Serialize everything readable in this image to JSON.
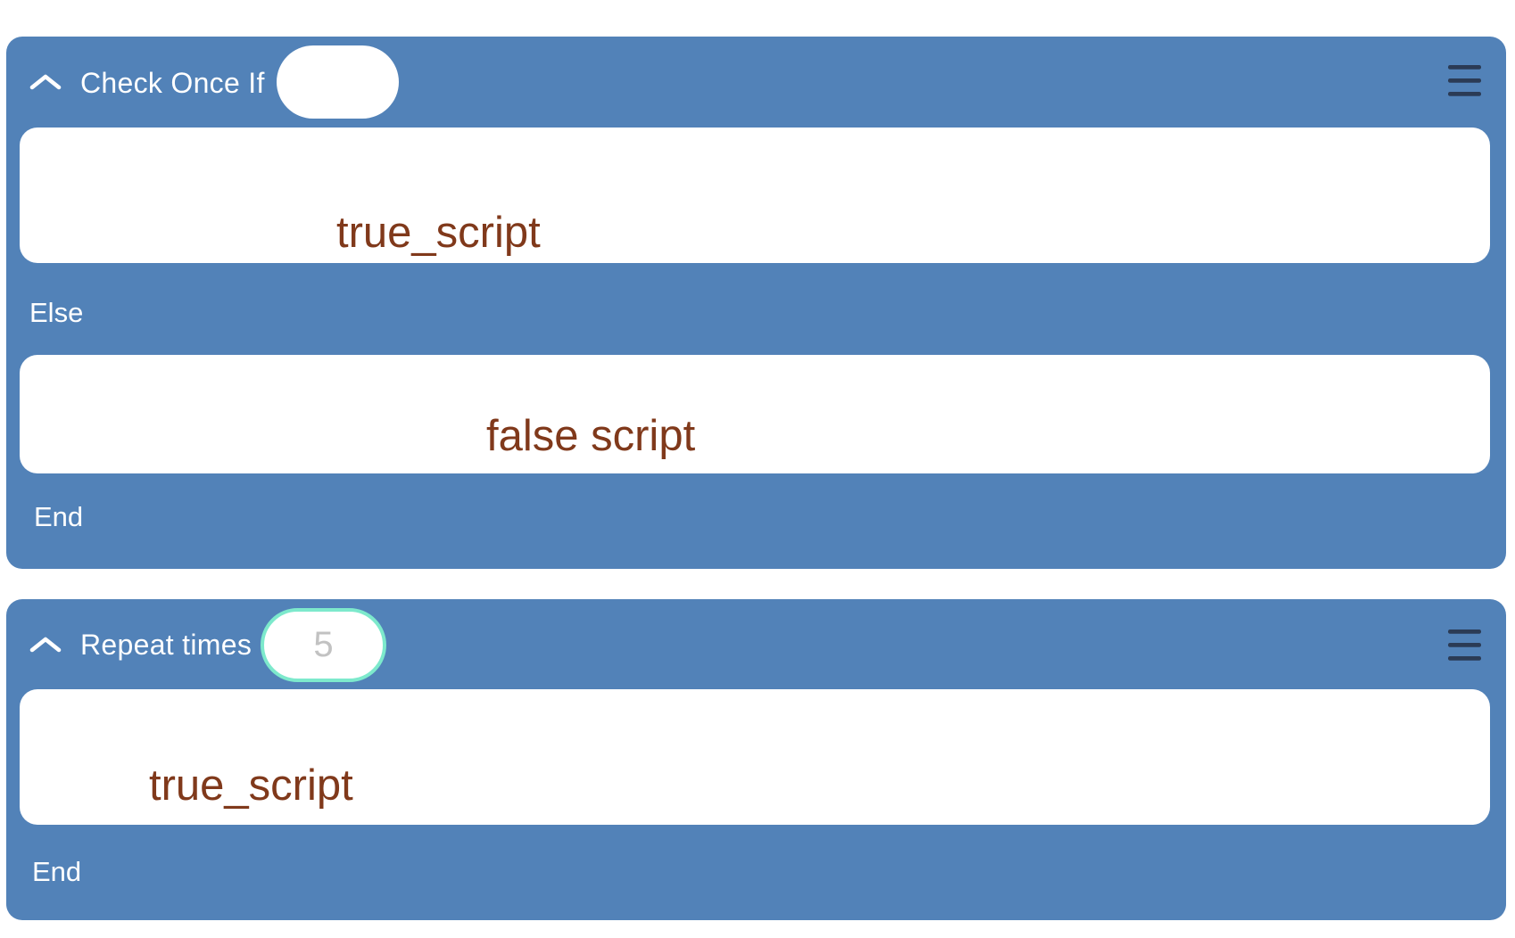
{
  "colors": {
    "page_background": "#FFFFFF",
    "block_background": "#5282B8",
    "header_text": "#FFFFFF",
    "script_area_background": "#FFFFFF",
    "script_text": "#80391B",
    "menu_icon": "#2B3B55",
    "param_fill": "#FFFFFF",
    "param_active_border": "#7DE9CC",
    "param_value_text": "#C2C2C2"
  },
  "block1": {
    "type": "check-once-if",
    "collapse_icon": "chevron-up",
    "menu_icon": "hamburger-menu",
    "label": "Check Once If",
    "param_value": "",
    "script_true": "true_script",
    "else_label": "Else",
    "script_false": "false script",
    "end_label": "End"
  },
  "block2": {
    "type": "repeat-times",
    "collapse_icon": "chevron-up",
    "menu_icon": "hamburger-menu",
    "label": "Repeat times",
    "param_value": "5",
    "script_true": "true_script",
    "end_label": "End"
  }
}
